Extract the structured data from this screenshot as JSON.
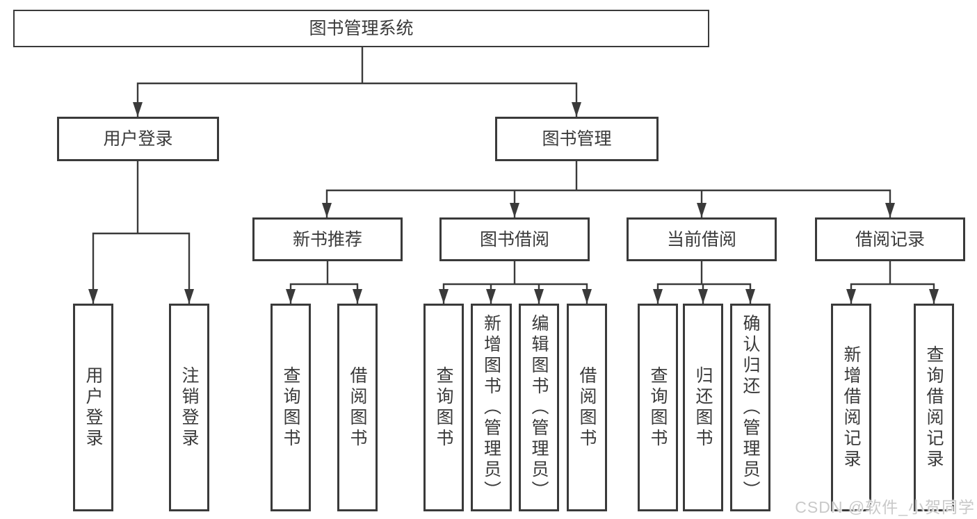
{
  "colors": {
    "ink": "#3a3a3a",
    "background": "#ffffff",
    "watermark": "#c9c9c9"
  },
  "root": {
    "label": "图书管理系统"
  },
  "login_branch": {
    "label": "用户登录",
    "children": [
      {
        "label": "用户登录"
      },
      {
        "label": "注销登录"
      }
    ]
  },
  "mgmt_branch": {
    "label": "图书管理",
    "sections": [
      {
        "label": "新书推荐",
        "children": [
          {
            "label": "查询图书"
          },
          {
            "label": "借阅图书"
          }
        ]
      },
      {
        "label": "图书借阅",
        "children": [
          {
            "label": "查询图书"
          },
          {
            "label": "新增图书（管理员）"
          },
          {
            "label": "编辑图书（管理员）"
          },
          {
            "label": "借阅图书"
          }
        ]
      },
      {
        "label": "当前借阅",
        "children": [
          {
            "label": "查询图书"
          },
          {
            "label": "归还图书"
          },
          {
            "label": "确认归还（管理员）"
          }
        ]
      },
      {
        "label": "借阅记录",
        "children": [
          {
            "label": "新增借阅记录"
          },
          {
            "label": "查询借阅记录"
          }
        ]
      }
    ]
  },
  "watermark": {
    "text": "CSDN @软件_小贺同学"
  }
}
